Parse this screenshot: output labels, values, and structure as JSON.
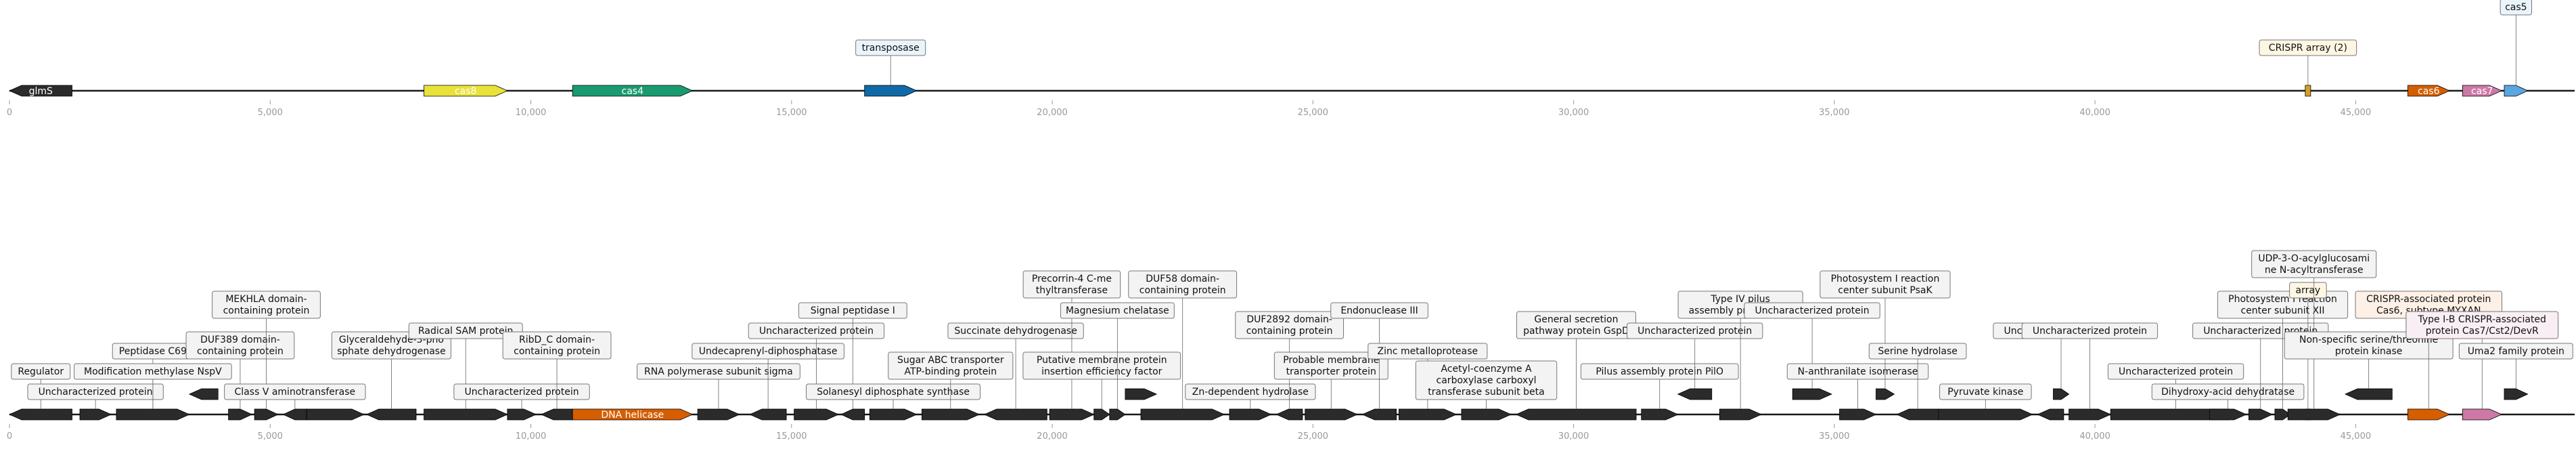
{
  "colors": {
    "track": "#1a1a1a",
    "dark_gene": "#2b2b2b",
    "cas8": "#e8e23a",
    "cas4": "#1a9a70",
    "transposase": "#0f6aa6",
    "cas5": "#5aa6df",
    "crispr": "#d4a027",
    "cas6": "#d55e00",
    "cas7": "#cc79a7",
    "helicase": "#d55e00",
    "tick": "#999999",
    "label_border": "#777777",
    "label_fill": "#f3f3f3",
    "crispr_label_fill": "#fdf6e3",
    "cas_label_fill": "#fdf0e6",
    "cas7_label_fill": "#f8eef4",
    "trans_label_fill": "#eaf4fb"
  },
  "axis": {
    "min": 0,
    "max": 49200,
    "ticks": [
      {
        "value": 0,
        "label": "0"
      },
      {
        "value": 5000,
        "label": "5,000"
      },
      {
        "value": 10000,
        "label": "10,000"
      },
      {
        "value": 15000,
        "label": "15,000"
      },
      {
        "value": 20000,
        "label": "20,000"
      },
      {
        "value": 25000,
        "label": "25,000"
      },
      {
        "value": 30000,
        "label": "30,000"
      },
      {
        "value": 35000,
        "label": "35,000"
      },
      {
        "value": 40000,
        "label": "40,000"
      },
      {
        "value": 45000,
        "label": "45,000"
      }
    ]
  },
  "top_track": {
    "genes": [
      {
        "id": "glms",
        "start": 0,
        "end": 1200,
        "strand": -1,
        "color": "dark",
        "label": "glmS",
        "label_mode": "inside"
      },
      {
        "id": "cas8",
        "start": 7950,
        "end": 9550,
        "strand": 1,
        "color": "cas8",
        "label": "cas8",
        "label_mode": "inside"
      },
      {
        "id": "cas4",
        "start": 10800,
        "end": 13100,
        "strand": 1,
        "color": "cas4",
        "label": "cas4",
        "label_mode": "inside"
      },
      {
        "id": "transposase",
        "start": 16400,
        "end": 17400,
        "strand": 1,
        "color": "transposase",
        "label": "transposase",
        "label_mode": "box",
        "level": 1,
        "fill": "trans"
      },
      {
        "id": "crispr-array",
        "start": 44050,
        "end": 44120,
        "strand": 0,
        "color": "crispr",
        "label": "CRISPR array (2)",
        "label_mode": "box",
        "level": 1,
        "fill": "crispr"
      },
      {
        "id": "cas6",
        "start": 46000,
        "end": 46800,
        "strand": 1,
        "color": "cas6",
        "label": "cas6",
        "label_mode": "inside"
      },
      {
        "id": "cas7",
        "start": 47050,
        "end": 47800,
        "strand": 1,
        "color": "cas7",
        "label": "cas7",
        "label_mode": "inside"
      },
      {
        "id": "cas5",
        "start": 47850,
        "end": 48300,
        "strand": 1,
        "color": "cas5",
        "label": "cas5",
        "label_mode": "box",
        "level": 3,
        "fill": "trans"
      }
    ]
  },
  "bottom_track": {
    "genes": [
      {
        "id": "regulator",
        "start": 0,
        "end": 1200,
        "strand": -1,
        "color": "dark",
        "label": "Regulator",
        "level": 1
      },
      {
        "id": "g2",
        "start": 1350,
        "end": 1950,
        "strand": 1,
        "color": "dark",
        "label": "Uncharacterized protein",
        "level": 0
      },
      {
        "id": "g3",
        "start": 2050,
        "end": 3450,
        "strand": 1,
        "color": "dark",
        "label": "Peptidase C69",
        "level": 2
      },
      {
        "id": "g3b",
        "start": 2050,
        "end": 3450,
        "strand": 1,
        "color": "dark",
        "label": "Modification methylase NspV",
        "level": 1,
        "nogene": true
      },
      {
        "id": "g4",
        "start": 3450,
        "end": 4000,
        "strand": -1,
        "color": "dark",
        "label": "",
        "level": 0,
        "raised": true
      },
      {
        "id": "g5",
        "start": 4200,
        "end": 4650,
        "strand": 1,
        "color": "dark",
        "label": "DUF389 domain-\ncontaining protein",
        "level": 2
      },
      {
        "id": "g6",
        "start": 4700,
        "end": 5150,
        "strand": 1,
        "color": "dark",
        "label": "MEKHLA domain-\ncontaining protein",
        "level": 4
      },
      {
        "id": "g7",
        "start": 5250,
        "end": 5700,
        "strand": -1,
        "color": "dark",
        "label": "Class V aminotransferase",
        "level": 0
      },
      {
        "id": "g8",
        "start": 5700,
        "end": 6800,
        "strand": 1,
        "color": "dark",
        "label": "",
        "level": 0
      },
      {
        "id": "g9",
        "start": 6850,
        "end": 7800,
        "strand": -1,
        "color": "dark",
        "label": "Glyceraldehyde-3-pho\nsphate dehydrogenase",
        "level": 2
      },
      {
        "id": "g10",
        "start": 7950,
        "end": 9550,
        "strand": 1,
        "color": "dark",
        "label": "Radical SAM protein",
        "level": 3
      },
      {
        "id": "g11",
        "start": 9550,
        "end": 10100,
        "strand": 1,
        "color": "dark",
        "label": "Uncharacterized protein",
        "level": 0
      },
      {
        "id": "g12",
        "start": 10200,
        "end": 10800,
        "strand": -1,
        "color": "dark",
        "label": "RibD_C domain-\ncontaining protein",
        "level": 2
      },
      {
        "id": "helicase",
        "start": 10800,
        "end": 13100,
        "strand": 1,
        "color": "helicase",
        "label": "DNA helicase",
        "label_mode": "inside"
      },
      {
        "id": "g14",
        "start": 13200,
        "end": 14000,
        "strand": 1,
        "color": "dark",
        "label": "RNA polymerase subunit sigma",
        "level": 1
      },
      {
        "id": "g15",
        "start": 14200,
        "end": 14900,
        "strand": -1,
        "color": "dark",
        "label": "Undecaprenyl-diphosphatase",
        "level": 2
      },
      {
        "id": "g16",
        "start": 15050,
        "end": 15900,
        "strand": 1,
        "color": "dark",
        "label": "Uncharacterized protein",
        "level": 3
      },
      {
        "id": "g17",
        "start": 15950,
        "end": 16400,
        "strand": -1,
        "color": "dark",
        "label": "Signal peptidase I",
        "level": 4
      },
      {
        "id": "g18",
        "start": 16500,
        "end": 17400,
        "strand": 1,
        "color": "dark",
        "label": "Solanesyl diphosphate synthase",
        "level": 0
      },
      {
        "id": "g19",
        "start": 17500,
        "end": 18600,
        "strand": 1,
        "color": "dark",
        "label": "Sugar ABC transporter\nATP-binding protein",
        "level": 1
      },
      {
        "id": "g20",
        "start": 18700,
        "end": 19900,
        "strand": -1,
        "color": "dark",
        "label": "Succinate dehydrogenase",
        "level": 3
      },
      {
        "id": "g21",
        "start": 19950,
        "end": 20800,
        "strand": 1,
        "color": "dark",
        "label": "Precorrin-4 C-me\nthyltransferase",
        "level": 5
      },
      {
        "id": "g22",
        "start": 20800,
        "end": 21100,
        "strand": 1,
        "color": "dark",
        "label": "Putative membrane protein\ninsertion efficiency factor",
        "level": 1
      },
      {
        "id": "g23",
        "start": 21100,
        "end": 21400,
        "strand": 1,
        "color": "dark",
        "label": "Magnesium chelatase",
        "level": 4
      },
      {
        "id": "g24",
        "start": 21400,
        "end": 22000,
        "strand": 1,
        "color": "dark",
        "label": "",
        "level": 0,
        "raised": true
      },
      {
        "id": "g25",
        "start": 21700,
        "end": 23300,
        "strand": 1,
        "color": "dark",
        "label": "DUF58 domain-\ncontaining protein",
        "level": 5
      },
      {
        "id": "g26",
        "start": 23400,
        "end": 24200,
        "strand": 1,
        "color": "dark",
        "label": "Zn-dependent hydrolase",
        "level": 0
      },
      {
        "id": "g27",
        "start": 24300,
        "end": 24800,
        "strand": -1,
        "color": "dark",
        "label": "DUF2892 domain-\ncontaining protein",
        "level": 3
      },
      {
        "id": "g28",
        "start": 24850,
        "end": 25850,
        "strand": 1,
        "color": "dark",
        "label": "Probable membrane\ntransporter protein",
        "level": 1
      },
      {
        "id": "g29",
        "start": 25950,
        "end": 26600,
        "strand": -1,
        "color": "dark",
        "label": "Endonuclease III",
        "level": 4
      },
      {
        "id": "g30",
        "start": 26650,
        "end": 27750,
        "strand": 1,
        "color": "dark",
        "label": "Zinc metalloprotease",
        "level": 2
      },
      {
        "id": "g31",
        "start": 27850,
        "end": 28800,
        "strand": 1,
        "color": "dark",
        "label": "Acetyl-coenzyme A\ncarboxylase carboxyl\ntransferase subunit beta",
        "level": 0
      },
      {
        "id": "g32",
        "start": 28900,
        "end": 31200,
        "strand": -1,
        "color": "dark",
        "label": "General secretion\npathway protein GspD",
        "level": 3
      },
      {
        "id": "g33",
        "start": 31300,
        "end": 32000,
        "strand": 1,
        "color": "dark",
        "label": "Pilus assembly protein PilO",
        "level": 1
      },
      {
        "id": "g34",
        "start": 32000,
        "end": 32650,
        "strand": -1,
        "color": "dark",
        "label": "Uncharacterized protein",
        "level": 2,
        "raised": true
      },
      {
        "id": "g35",
        "start": 32800,
        "end": 33600,
        "strand": 1,
        "color": "dark",
        "label": "Type IV pilus\nassembly protein PilM",
        "level": 4
      },
      {
        "id": "g36",
        "start": 34200,
        "end": 34950,
        "strand": 1,
        "color": "dark",
        "label": "Uncharacterized protein",
        "level": 3,
        "raised": true
      },
      {
        "id": "g37",
        "start": 35100,
        "end": 35800,
        "strand": 1,
        "color": "dark",
        "label": "N-anthranilate isomerase",
        "level": 1
      },
      {
        "id": "g38",
        "start": 35800,
        "end": 36150,
        "strand": 1,
        "color": "dark",
        "label": "Photosystem I reaction\ncenter subunit PsaK",
        "level": 4,
        "raised": true
      },
      {
        "id": "g39",
        "start": 36200,
        "end": 37000,
        "strand": -1,
        "color": "dark",
        "label": "Serine hydrolase",
        "level": 2
      },
      {
        "id": "g40",
        "start": 37000,
        "end": 38800,
        "strand": 1,
        "color": "dark",
        "label": "Pyruvate kinase",
        "level": 0
      },
      {
        "id": "g41",
        "start": 38900,
        "end": 39400,
        "strand": -1,
        "color": "dark",
        "label": "",
        "level": 0
      },
      {
        "id": "g42",
        "start": 39200,
        "end": 39500,
        "strand": 1,
        "color": "dark",
        "label": "Uncharacterized protein",
        "level": 2,
        "raised": true
      },
      {
        "id": "g43",
        "start": 39500,
        "end": 40300,
        "strand": 1,
        "color": "dark",
        "label": "Uncharacterized protein",
        "level": 3
      },
      {
        "id": "g44",
        "start": 40300,
        "end": 42800,
        "strand": 1,
        "color": "dark",
        "label": "Uncharacterized protein",
        "level": 1
      },
      {
        "id": "g45",
        "start": 42200,
        "end": 42900,
        "strand": 1,
        "color": "dark",
        "label": "Dihydroxy-acid dehydratase",
        "level": 0
      },
      {
        "id": "g46",
        "start": 42950,
        "end": 43400,
        "strand": 1,
        "color": "dark",
        "label": "Uncharacterized protein",
        "level": 3
      },
      {
        "id": "g47",
        "start": 43450,
        "end": 43750,
        "strand": 1,
        "color": "dark",
        "label": "Photosystem I reaction\ncenter subunit XII",
        "level": 4
      },
      {
        "id": "crispr2",
        "start": 44050,
        "end": 44120,
        "strand": 0,
        "color": "crispr",
        "label": "array",
        "level": 5,
        "fill": "crispr"
      },
      {
        "id": "g48",
        "start": 43700,
        "end": 44700,
        "strand": 1,
        "color": "dark",
        "label": "UDP-3-O-acylglucosami\nne N-acyltransferase",
        "level": 6
      },
      {
        "id": "g49",
        "start": 44800,
        "end": 45700,
        "strand": -1,
        "color": "dark",
        "label": "Non-specific serine/threonine\nprotein kinase",
        "level": 1,
        "raised": true
      },
      {
        "id": "cas6b",
        "start": 46000,
        "end": 46800,
        "strand": 1,
        "color": "cas6",
        "label": "CRISPR-associated protein\nCas6, subtype MYXAN",
        "level": 4,
        "fill": "cas"
      },
      {
        "id": "cas7b",
        "start": 47050,
        "end": 47800,
        "strand": 1,
        "color": "cas7",
        "label": "Type I-B CRISPR-associated\nprotein Cas7/Cst2/DevR",
        "level": 3,
        "fill": "cas7"
      },
      {
        "id": "g52",
        "start": 47850,
        "end": 48300,
        "strand": 1,
        "color": "dark",
        "label": "Uma2 family protein",
        "level": 1,
        "raised": true
      }
    ]
  }
}
